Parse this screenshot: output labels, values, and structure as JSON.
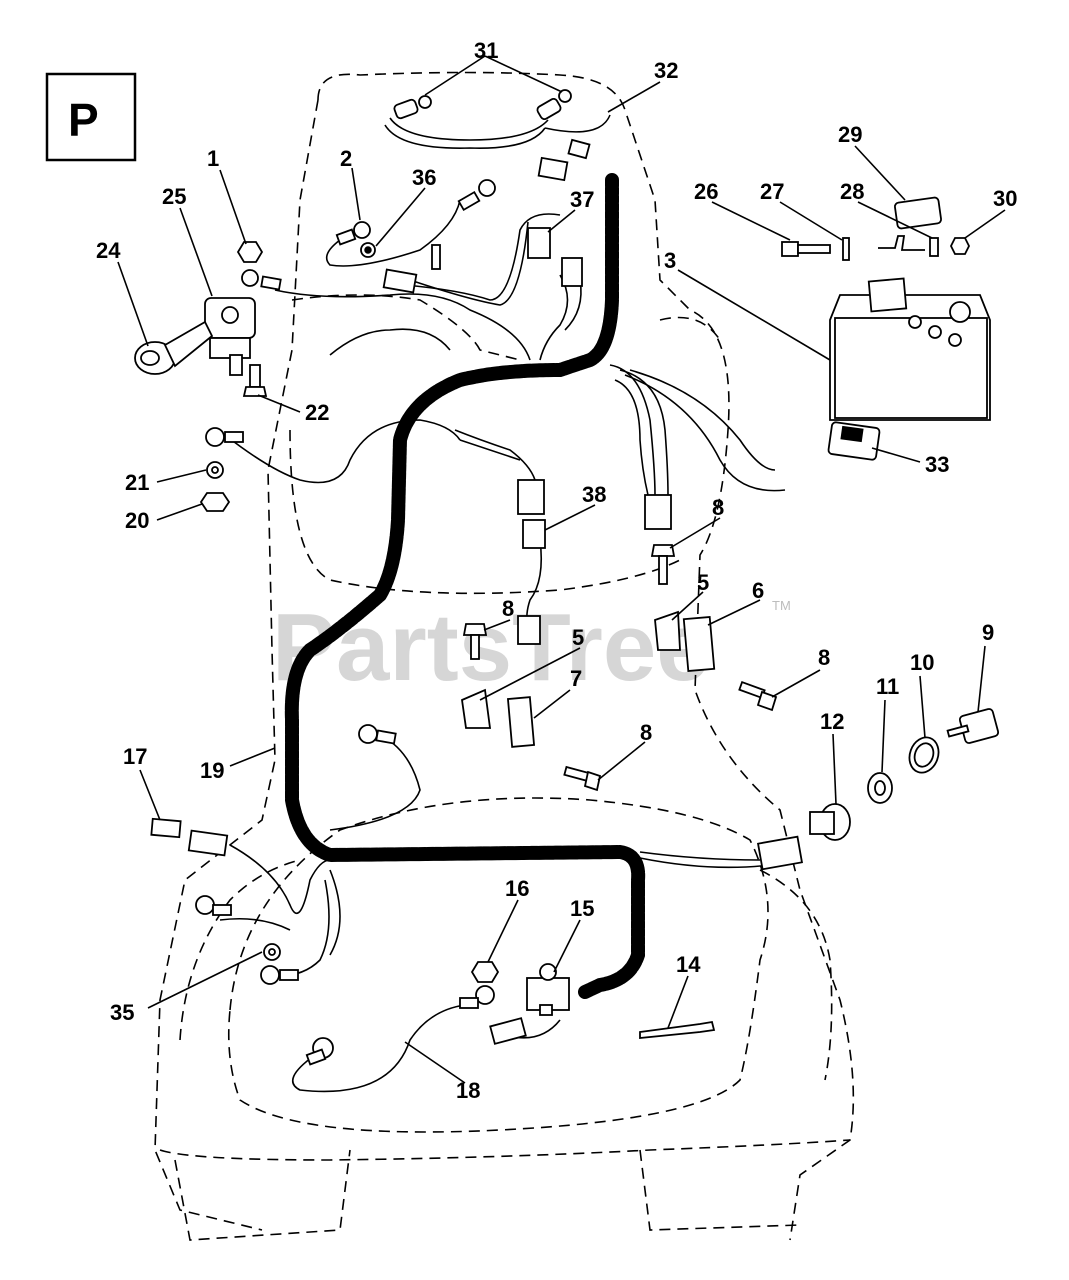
{
  "badge": {
    "letter": "P"
  },
  "watermark": {
    "text": "PartsTree",
    "tm": "TM"
  },
  "callouts": [
    {
      "id": "31",
      "label": "31"
    },
    {
      "id": "32",
      "label": "32"
    },
    {
      "id": "29",
      "label": "29"
    },
    {
      "id": "1",
      "label": "1"
    },
    {
      "id": "2",
      "label": "2"
    },
    {
      "id": "36",
      "label": "36"
    },
    {
      "id": "25",
      "label": "25"
    },
    {
      "id": "37",
      "label": "37"
    },
    {
      "id": "26",
      "label": "26"
    },
    {
      "id": "27",
      "label": "27"
    },
    {
      "id": "28",
      "label": "28"
    },
    {
      "id": "30",
      "label": "30"
    },
    {
      "id": "24",
      "label": "24"
    },
    {
      "id": "3",
      "label": "3"
    },
    {
      "id": "22",
      "label": "22"
    },
    {
      "id": "33",
      "label": "33"
    },
    {
      "id": "21",
      "label": "21"
    },
    {
      "id": "38",
      "label": "38"
    },
    {
      "id": "20",
      "label": "20"
    },
    {
      "id": "8a",
      "label": "8"
    },
    {
      "id": "5a",
      "label": "5"
    },
    {
      "id": "6",
      "label": "6"
    },
    {
      "id": "8b",
      "label": "8"
    },
    {
      "id": "5b",
      "label": "5"
    },
    {
      "id": "9",
      "label": "9"
    },
    {
      "id": "8c",
      "label": "8"
    },
    {
      "id": "7",
      "label": "7"
    },
    {
      "id": "10",
      "label": "10"
    },
    {
      "id": "11",
      "label": "11"
    },
    {
      "id": "12",
      "label": "12"
    },
    {
      "id": "8d",
      "label": "8"
    },
    {
      "id": "17",
      "label": "17"
    },
    {
      "id": "19",
      "label": "19"
    },
    {
      "id": "16",
      "label": "16"
    },
    {
      "id": "15",
      "label": "15"
    },
    {
      "id": "14",
      "label": "14"
    },
    {
      "id": "35",
      "label": "35"
    },
    {
      "id": "18",
      "label": "18"
    }
  ]
}
